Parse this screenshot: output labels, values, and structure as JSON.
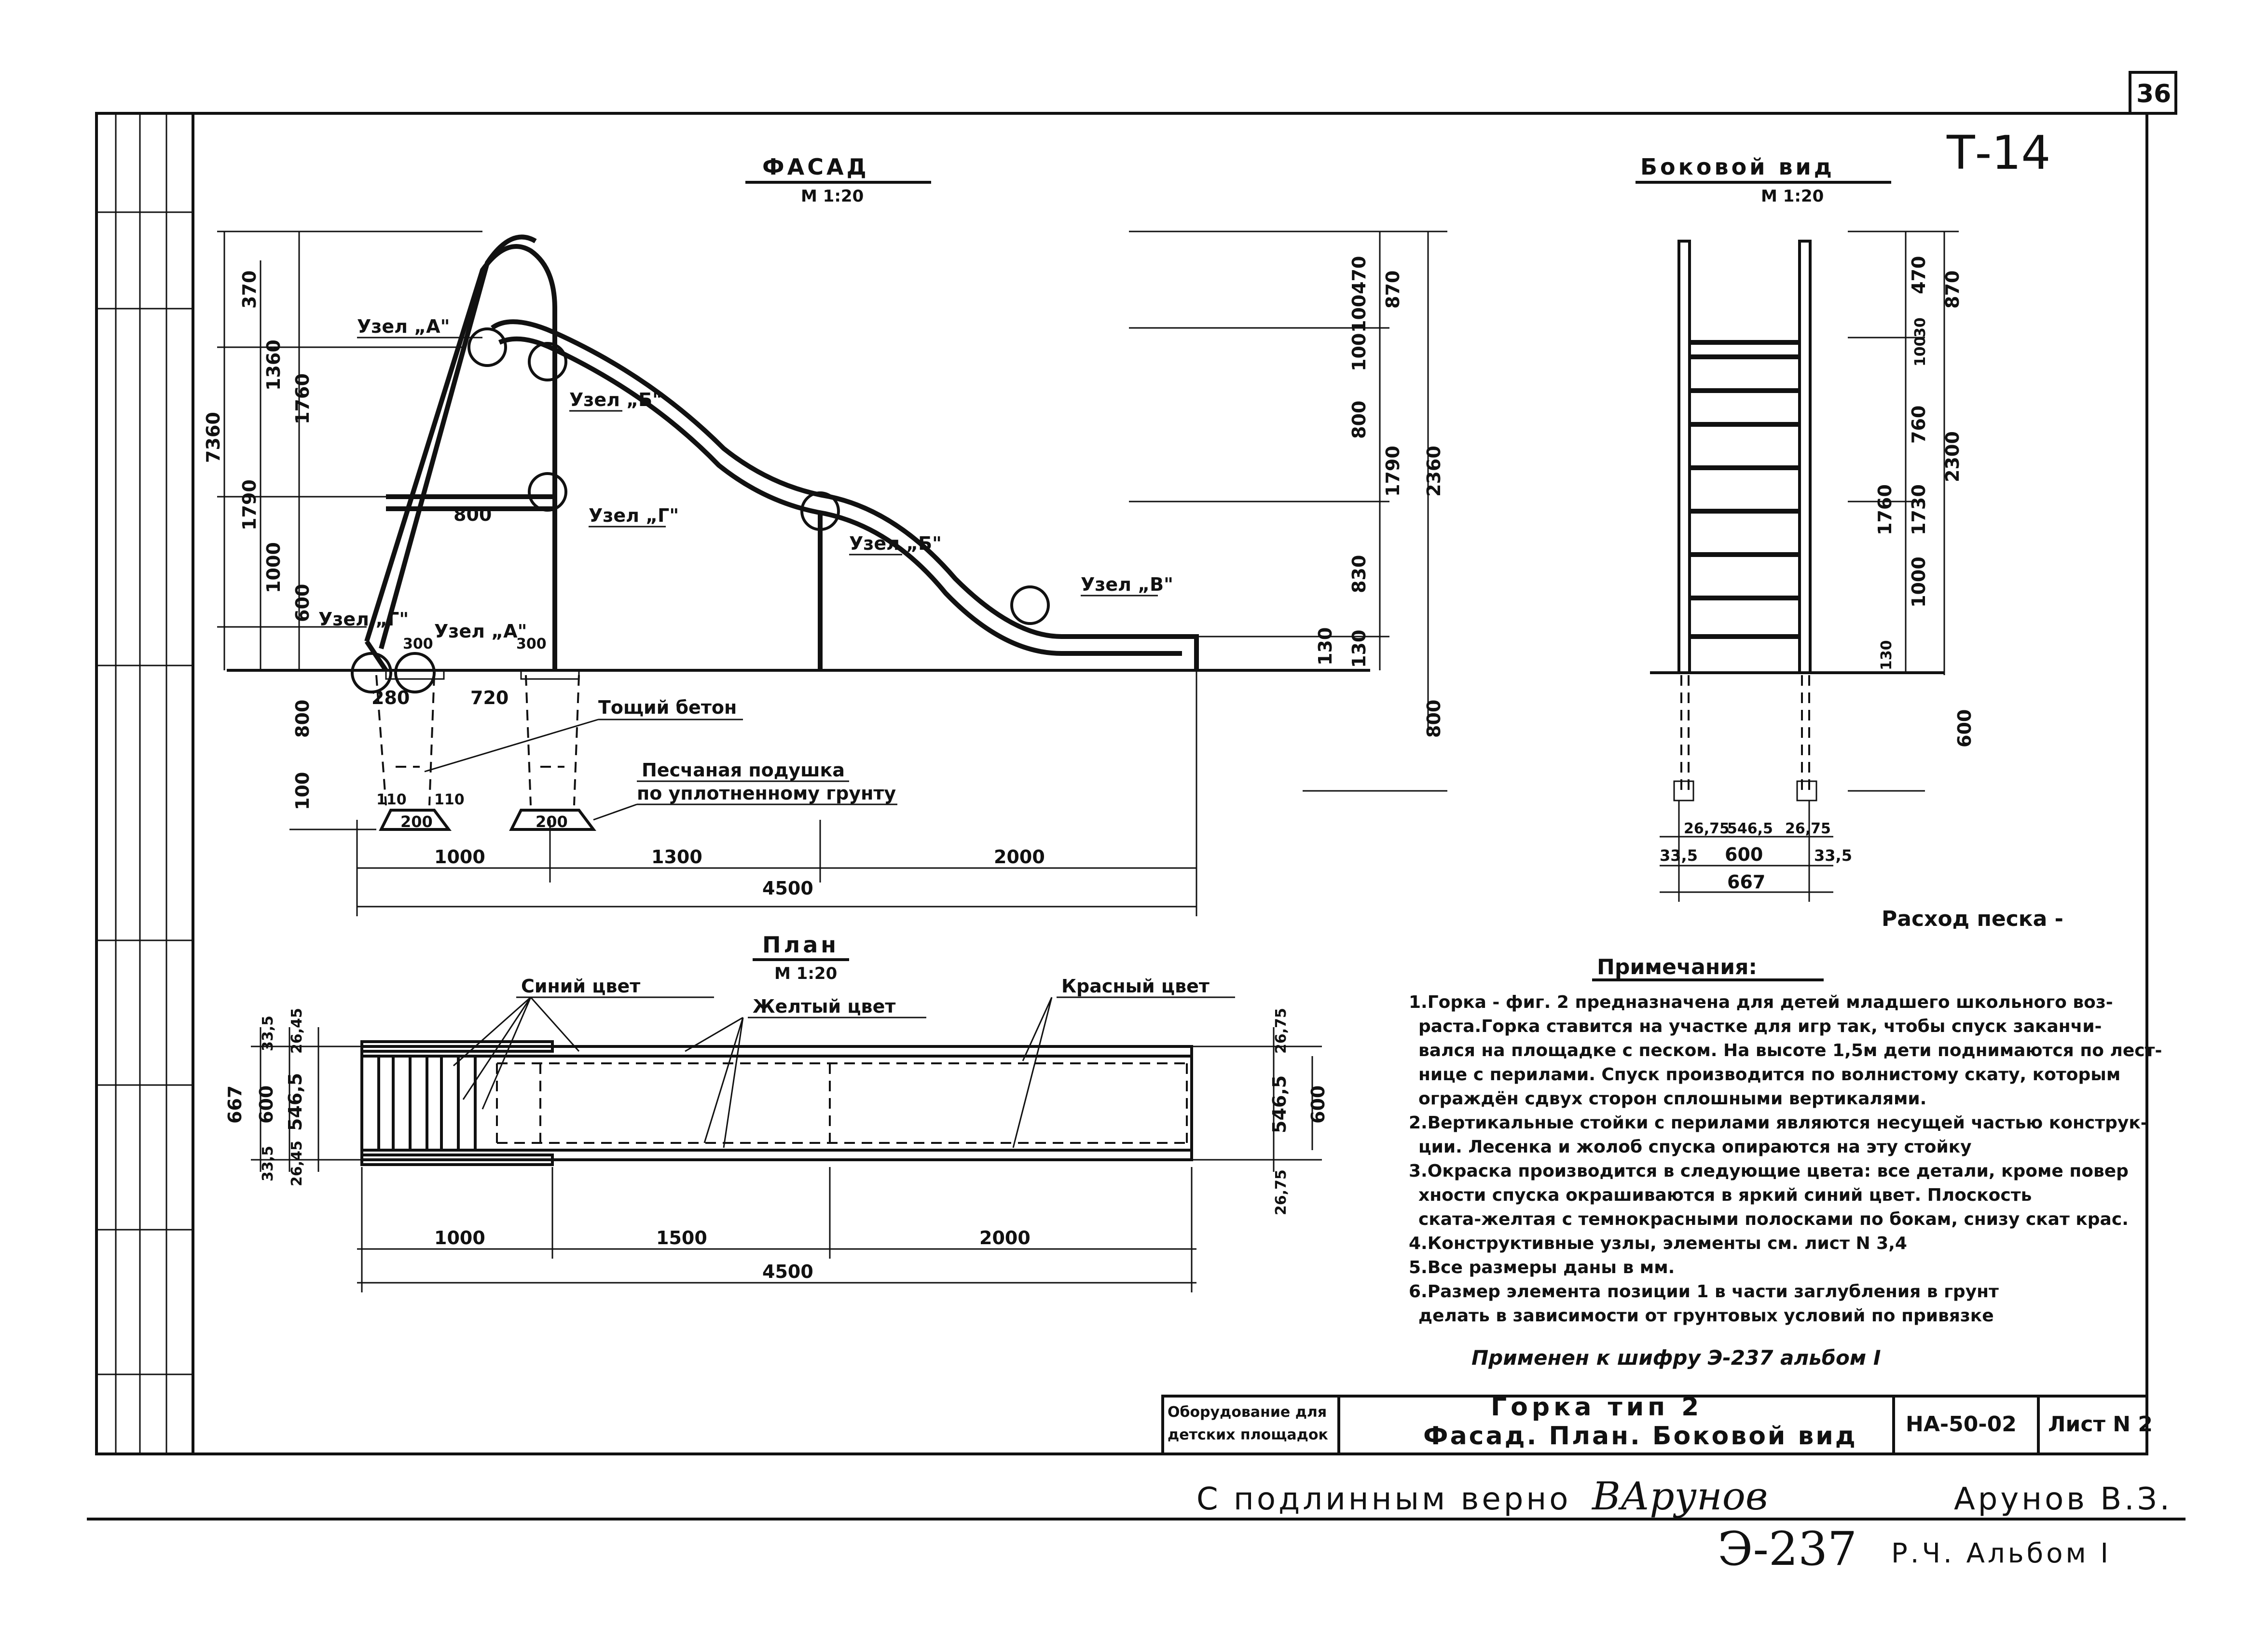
{
  "sheet_number": "36",
  "code": "Т-14",
  "facade": {
    "title": "ФАСАД",
    "scale": "М 1:20",
    "dims_left": [
      "7360",
      "370",
      "1360",
      "1760",
      "1790",
      "1000",
      "600",
      "800",
      "100"
    ],
    "dims_right": [
      "470",
      "870",
      "100",
      "100",
      "800",
      "1790",
      "2360",
      "830",
      "130",
      "130",
      "800"
    ],
    "dims_inner": [
      "800",
      "300",
      "300",
      "280",
      "720",
      "110",
      "110",
      "200",
      "200"
    ],
    "dims_bottom": [
      "1000",
      "1300",
      "2000"
    ],
    "dim_total": "4500",
    "nodes": [
      "Узел „А\"",
      "Узел „Б\"",
      "Узел „Г\"",
      "Узел „Б\"",
      "Узел „В\"",
      "Узел „Г\"",
      "Узел „А\""
    ],
    "concrete": "Тощий бетон",
    "sand_line1": "Песчаная подушка",
    "sand_line2": "по уплотненному грунту"
  },
  "side": {
    "title": "Боковой вид",
    "scale": "М 1:20",
    "dims_right": [
      "470",
      "870",
      "30",
      "100",
      "760",
      "1760",
      "1730",
      "2300",
      "1000",
      "130",
      "600"
    ],
    "dims_bottom": [
      "26,75",
      "546,5",
      "26,75",
      "33,5",
      "600",
      "33,5",
      "667"
    ],
    "sand_usage": "Расход песка -"
  },
  "plan": {
    "title": "План",
    "scale": "М 1:20",
    "colors": [
      "Синий цвет",
      "Желтый цвет",
      "Красный цвет"
    ],
    "dims_left": [
      "33,5",
      "26,45",
      "667",
      "600",
      "546,5",
      "33,5",
      "26,45"
    ],
    "dims_right": [
      "26,75",
      "546,5",
      "600",
      "26,75"
    ],
    "dims_bottom": [
      "1000",
      "1500",
      "2000"
    ],
    "dim_total": "4500"
  },
  "notes": {
    "heading": "Примечания:",
    "lines": [
      "1.Горка - фиг. 2 предназначена для детей младшего школьного воз-",
      "раста.Горка ставится на участке для игр так, чтобы спуск заканчи-",
      "вался на площадке с песком. На высоте 1,5м дети поднимаются по лест-",
      "нице с перилами. Спуск производится по волнистому скату, которым",
      "ограждён сдвух сторон сплошными вертикалями.",
      "2.Вертикальные стойки с перилами являются несущей частью конструк-",
      "ции. Лесенка и жолоб спуска опираются на эту стойку",
      "3.Окраска производится в следующие цвета: все детали, кроме повер",
      "хности спуска окрашиваются в яркий синий цвет. Плоскость",
      "ската-желтая с темнокрасными полосками по бокам, снизу скат крас.",
      "4.Конструктивные узлы, элементы см. лист N 3,4",
      "5.Все размеры даны в мм.",
      "6.Размер элемента позиции 1 в части заглубления в грунт",
      "делать в зависимости от грунтовых условий по привязке"
    ],
    "applied": "Применен к шифру Э-237 альбом I"
  },
  "title_block": {
    "org_line1": "Оборудование для",
    "org_line2": "детских площадок",
    "title_line1": "Горка тип 2",
    "title_line2": "Фасад. План. Боковой вид",
    "doc_code": "НА-50-02",
    "sheet": "Лист N 2"
  },
  "certification": {
    "text": "С подлинным верно",
    "signature": "ВАрунов",
    "name": "Арунов В.З.",
    "album_code": "Э-237",
    "album_text": "Р.Ч. Альбом I"
  }
}
